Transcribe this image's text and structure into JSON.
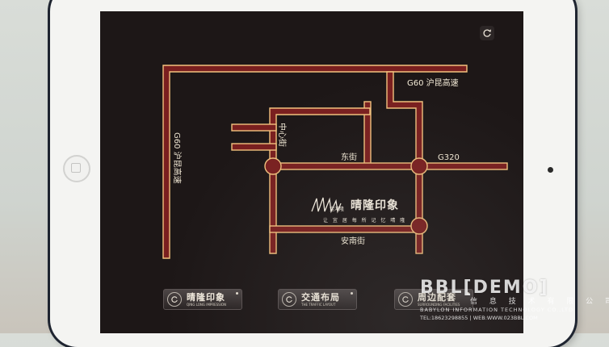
{
  "map": {
    "road_labels": {
      "expressway_top": "G60 沪昆高速",
      "expressway_left": "G60 沪昆高速",
      "zhongxin_street": "中心街",
      "dong_street": "东街",
      "g320": "G320",
      "annan_street": "安南街"
    }
  },
  "brand": {
    "name": "晴隆印象",
    "mark_text": "金鸿隆",
    "slogan": "让 宜 居 每 所 记 忆 晴 隆"
  },
  "nav": {
    "buttons": [
      {
        "label": "晴隆印象",
        "sublabel": "QING LONG IMPRESSION"
      },
      {
        "label": "交通布局",
        "sublabel": "THE TRAFFIC LAYOUT"
      },
      {
        "label": "周边配套",
        "sublabel": "SURROUNDING FACILITIES"
      }
    ]
  },
  "watermark": {
    "logo": "BBL[DEMO]",
    "company_cn": "信 息 技 术 有 限 公 司",
    "company_en": "BABYLON INFORMATION TECHNOLOGY CO.,LTD",
    "contact": "TEL:18623298855 | WEB:WWW.023BBL.COM"
  },
  "colors": {
    "road_fill": "#7a1f1f",
    "road_outline": "#f3c27e",
    "screen_background": "#1d1717"
  },
  "icons": {
    "refresh": "refresh-icon",
    "nav_button": "refresh-circle-icon"
  }
}
